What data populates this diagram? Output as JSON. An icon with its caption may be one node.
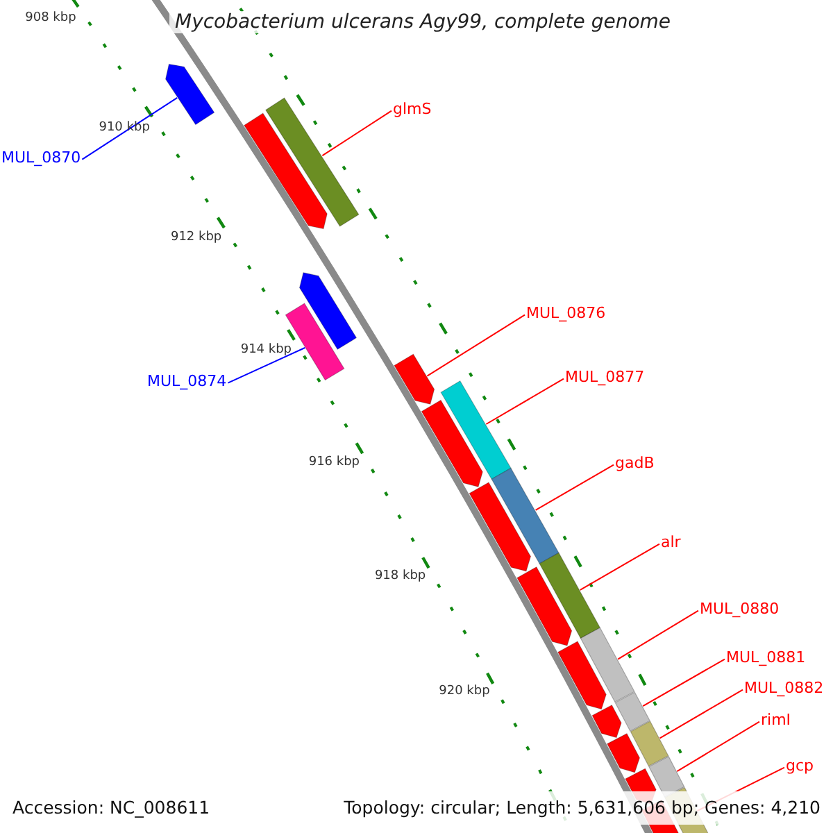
{
  "diagram": {
    "title": "Mycobacterium ulcerans Agy99, complete genome",
    "nodes": [
      {
        "text": [
          "MUL_0870"
        ]
      },
      {
        "text": [],
        "shape": "arrow"
      },
      {
        "text": [
          "glmS"
        ]
      },
      {
        "text": [],
        "shape": "arrow"
      },
      {
        "text": [],
        "shape": "box"
      },
      {
        "text": [
          "MUL_0874"
        ]
      },
      {
        "text": [],
        "shape": "box"
      },
      {
        "text": [],
        "shape": "arrow"
      },
      {
        "text": [
          "MUL_0876"
        ]
      },
      {
        "text": [],
        "shape": "arrow"
      },
      {
        "text": [
          "MUL_0877"
        ]
      },
      {
        "text": [],
        "shape": "arrow"
      },
      {
        "text": [],
        "shape": "box"
      },
      {
        "text": [
          "gadB"
        ]
      },
      {
        "text": [],
        "shape": "arrow"
      },
      {
        "text": [],
        "shape": "box"
      },
      {
        "text": [
          "alr"
        ]
      },
      {
        "text": [],
        "shape": "arrow"
      },
      {
        "text": [],
        "shape": "box"
      },
      {
        "text": [
          "MUL_0880"
        ]
      },
      {
        "text": [],
        "shape": "arrow"
      },
      {
        "text": [],
        "shape": "box"
      },
      {
        "text": [
          "MUL_0881"
        ]
      },
      {
        "text": [],
        "shape": "arrow"
      },
      {
        "text": [],
        "shape": "box"
      },
      {
        "text": [
          "MUL_0882"
        ]
      },
      {
        "text": [],
        "shape": "arrow"
      },
      {
        "text": [],
        "shape": "box"
      },
      {
        "text": [
          "rimI"
        ]
      },
      {
        "text": [],
        "shape": "arrow"
      },
      {
        "text": [],
        "shape": "box"
      },
      {
        "text": [
          "gcp"
        ]
      },
      {
        "text": [],
        "shape": "arrow"
      },
      {
        "text": [],
        "shape": "box"
      }
    ],
    "edges": [
      {
        "from": 0,
        "to": 1,
        "arrow": "none",
        "color": "#0000ff"
      },
      {
        "from": 2,
        "to": 4,
        "arrow": "none"
      },
      {
        "from": 5,
        "to": 6,
        "arrow": "none",
        "color": "#0000ff"
      },
      {
        "from": 8,
        "to": 9,
        "arrow": "none"
      },
      {
        "from": 10,
        "to": 12,
        "arrow": "none"
      },
      {
        "from": 13,
        "to": 15,
        "arrow": "none"
      },
      {
        "from": 16,
        "to": 18,
        "arrow": "none"
      },
      {
        "from": 19,
        "to": 21,
        "arrow": "none"
      },
      {
        "from": 22,
        "to": 24,
        "arrow": "none"
      },
      {
        "from": 25,
        "to": 27,
        "arrow": "none"
      },
      {
        "from": 28,
        "to": 30,
        "arrow": "none"
      },
      {
        "from": 31,
        "to": 33,
        "arrow": "none"
      }
    ],
    "labels": [
      "908 kbp",
      "910 kbp",
      "912 kbp",
      "914 kbp",
      "916 kbp",
      "918 kbp",
      "920 kbp",
      "Accession: NC_008611",
      "Topology: circular; Length: 5,631,606 bp; Genes: 4,210"
    ]
  }
}
